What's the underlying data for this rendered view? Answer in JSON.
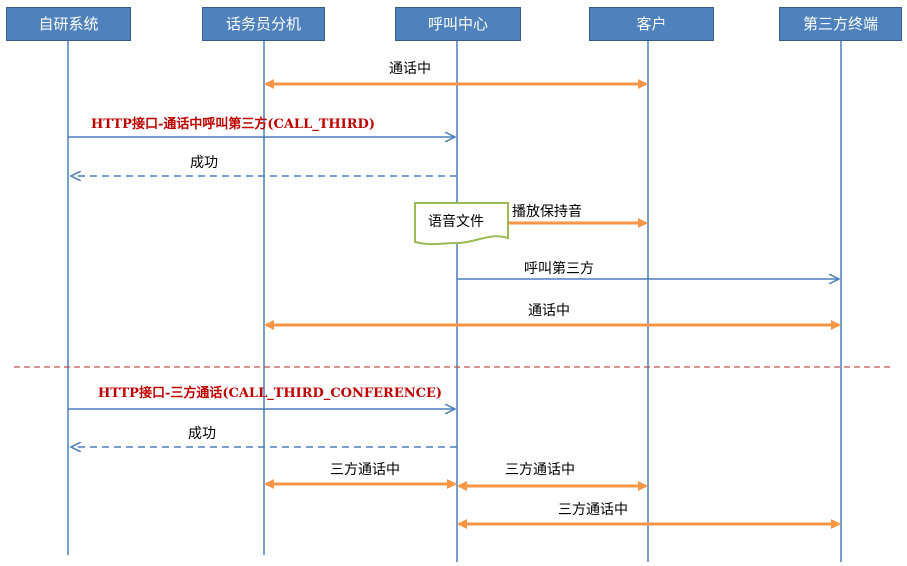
{
  "participants": [
    {
      "label": "自研系统"
    },
    {
      "label": "话务员分机"
    },
    {
      "label": "呼叫中心"
    },
    {
      "label": "客户"
    },
    {
      "label": "第三方终端"
    }
  ],
  "messages": [
    {
      "label": "通话中"
    },
    {
      "label": "HTTP接口-通话中呼叫第三方(CALL_THIRD)"
    },
    {
      "label": "成功"
    },
    {
      "label": "播放保持音"
    },
    {
      "label": "呼叫第三方"
    },
    {
      "label": "通话中"
    },
    {
      "label": "HTTP接口-三方通话(CALL_THIRD_CONFERENCE)"
    },
    {
      "label": "成功"
    },
    {
      "label": "三方通话中"
    },
    {
      "label": "三方通话中"
    },
    {
      "label": "三方通话中"
    }
  ],
  "note": {
    "label": "语音文件"
  },
  "colors": {
    "actor_fill": "#4f81bd",
    "lifeline": "#4a7ebb",
    "talk_arrow": "#f79646",
    "request_text": "#c00000",
    "divider": "#c0504d",
    "note_border": "#9bbb59"
  }
}
